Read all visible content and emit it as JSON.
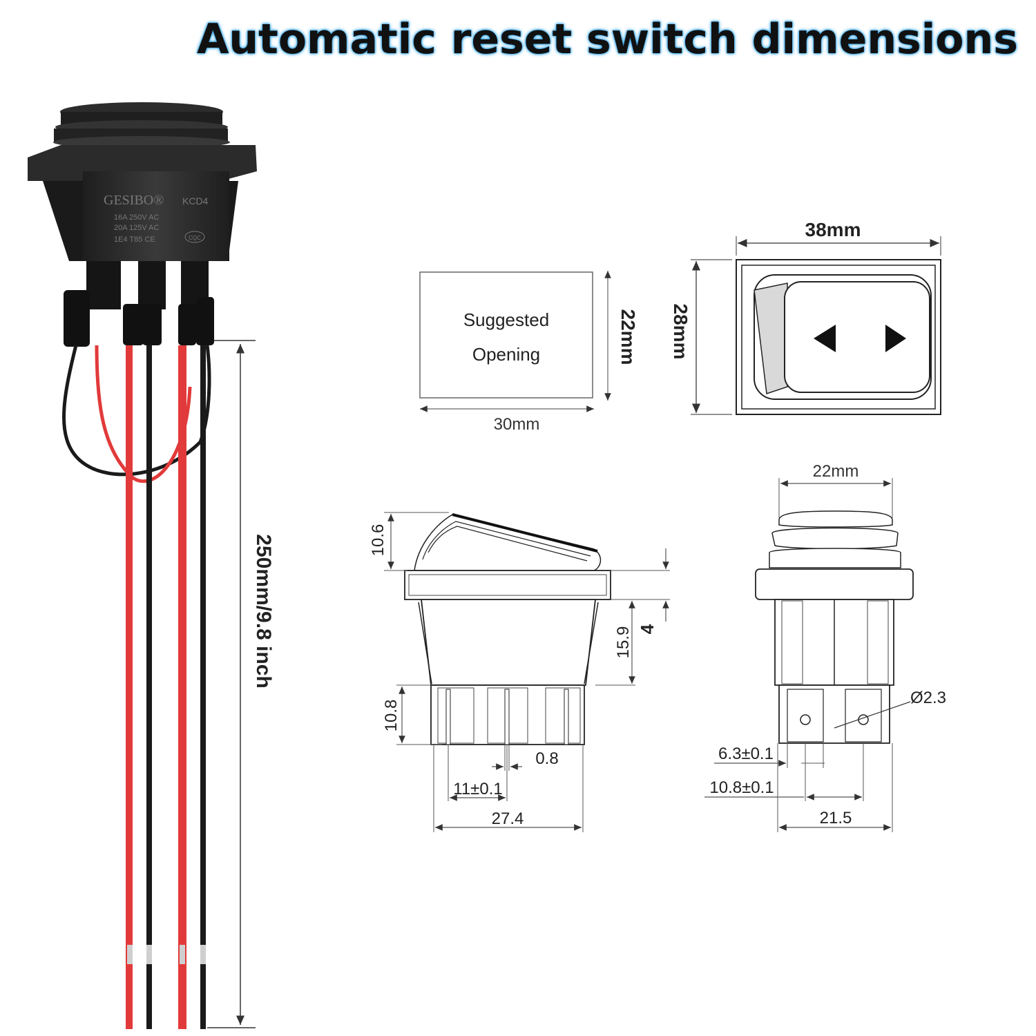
{
  "title": "Automatic reset switch dimensions",
  "switch_markings": {
    "brand": "GESIBO®",
    "model": "KCD4",
    "rating_1": "16A 250V AC",
    "rating_2": "20A 125V AC",
    "rating_3": "1E4 T85 CE",
    "cert": "CQC"
  },
  "wire_length": "250mm/9.8 inch",
  "opening": {
    "label_line1": "Suggested",
    "label_line2": "Opening",
    "width": "30mm",
    "height": "22mm"
  },
  "front_view": {
    "width": "38mm",
    "height": "28mm"
  },
  "side_view": {
    "cap_height": "10.6",
    "body_height": "15.9",
    "flange": "4",
    "terminal_length": "10.8",
    "pin_width": "0.8",
    "pin_pitch": "11±0.1",
    "overall_width": "27.4"
  },
  "end_view": {
    "top_width": "22mm",
    "hole": "Ø2.3",
    "terminal_width": "6.3±0.1",
    "terminal_pitch": "10.8±0.1",
    "overall_width": "21.5"
  },
  "colors": {
    "wire_red": "#e23a3a",
    "wire_black": "#1a1a1a",
    "switch_body": "#2a2a2a",
    "title_glow": "#39a8e8"
  }
}
